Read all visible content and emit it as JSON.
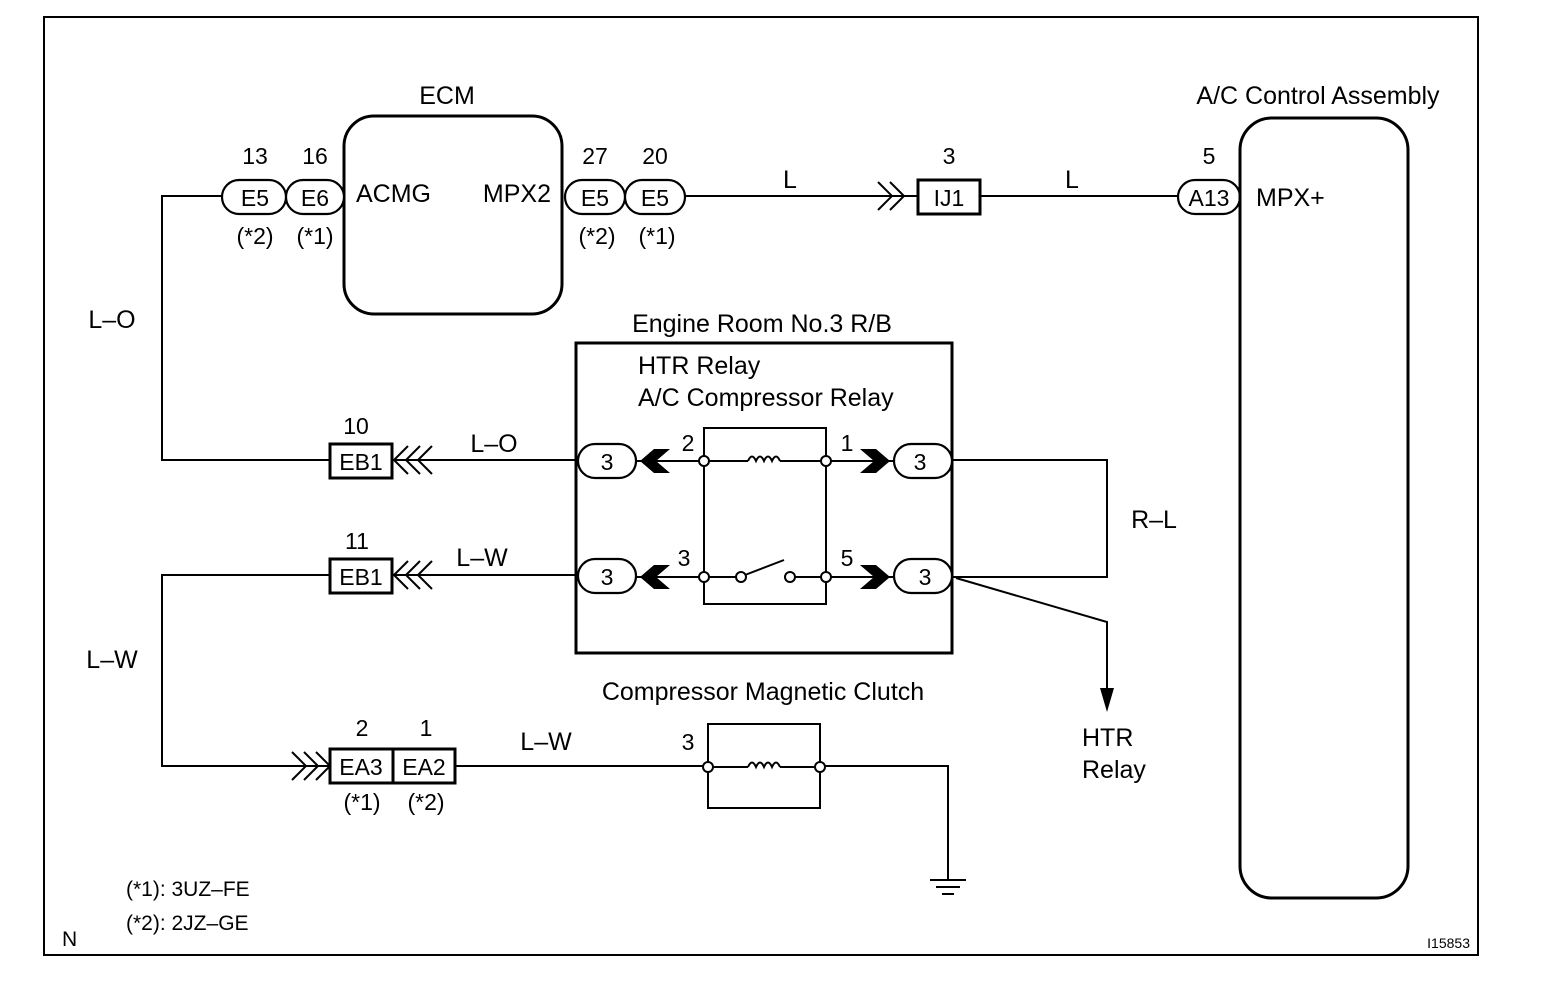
{
  "components": {
    "ecm": {
      "title": "ECM",
      "pin_left": "ACMG",
      "pin_right": "MPX2"
    },
    "ac_control": {
      "title": "A/C Control Assembly",
      "pin": "MPX+"
    },
    "relay_block": {
      "title": "Engine Room No.3 R/B",
      "relay1": "HTR Relay",
      "relay2": "A/C Compressor Relay"
    },
    "clutch": {
      "title": "Compressor Magnetic Clutch",
      "pin": "3"
    },
    "htr_relay": {
      "line1": "HTR",
      "line2": "Relay"
    }
  },
  "connectors": {
    "ecm_e5_left": {
      "id": "E5",
      "pin": "13",
      "note": "(*2)"
    },
    "ecm_e6": {
      "id": "E6",
      "pin": "16",
      "note": "(*1)"
    },
    "ecm_e5_r1": {
      "id": "E5",
      "pin": "27",
      "note": "(*2)"
    },
    "ecm_e5_r2": {
      "id": "E5",
      "pin": "20",
      "note": "(*1)"
    },
    "ij1": {
      "id": "IJ1",
      "pin": "3"
    },
    "a13": {
      "id": "A13",
      "pin": "5"
    },
    "eb1_top": {
      "id": "EB1",
      "pin": "10"
    },
    "eb1_bottom": {
      "id": "EB1",
      "pin": "11"
    },
    "rb_left_top": {
      "id": "3",
      "pin": "2"
    },
    "rb_right_top": {
      "id": "3",
      "pin": "1"
    },
    "rb_left_bottom": {
      "id": "3",
      "pin": "3"
    },
    "rb_right_bottom": {
      "id": "3",
      "pin": "5"
    },
    "ea3": {
      "id": "EA3",
      "pin": "2",
      "note": "(*1)"
    },
    "ea2": {
      "id": "EA2",
      "pin": "1",
      "note": "(*2)"
    }
  },
  "wires": {
    "ecm_to_ij1": "L",
    "ij1_to_a13": "L",
    "acmg_left": "L–O",
    "eb1_to_relay_top": "L–O",
    "eb1_to_relay_bottom": "L–W",
    "ea_left": "L–W",
    "ea_to_clutch": "L–W",
    "relay_bridge": "R–L"
  },
  "legend": {
    "line1": "(*1): 3UZ–FE",
    "line2": "(*2): 2JZ–GE"
  },
  "corner": {
    "left": "N",
    "right": "I15853"
  }
}
